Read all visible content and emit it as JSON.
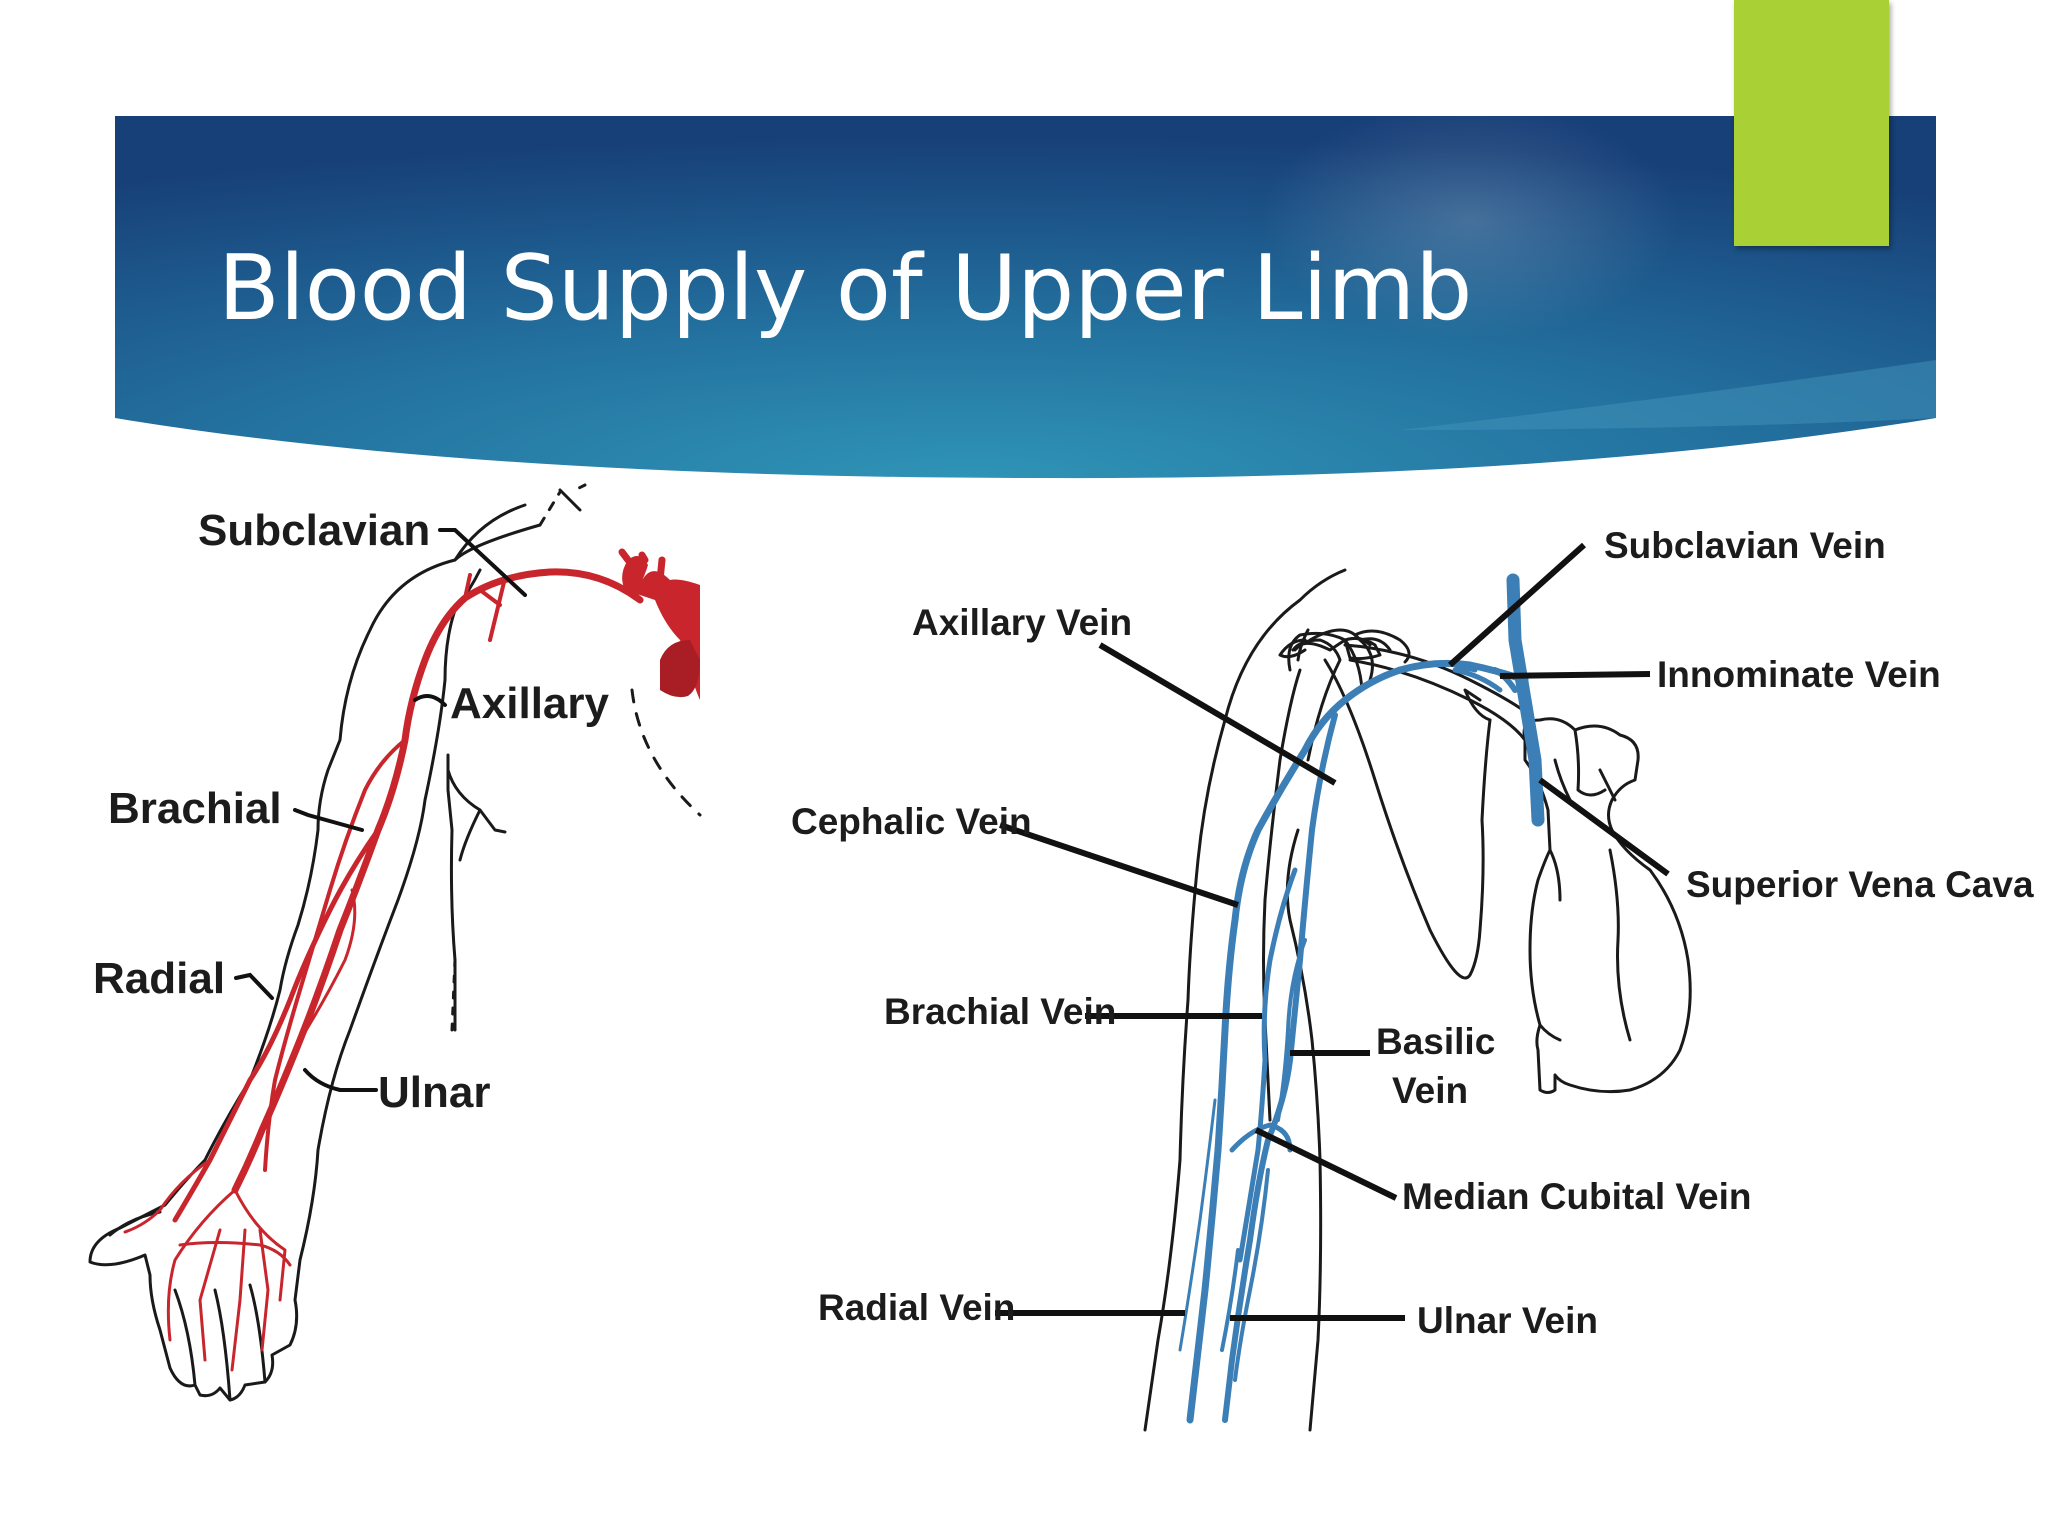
{
  "slide": {
    "title": "Blood Supply of Upper Limb"
  },
  "theme": {
    "banner_dark": "#1c4a7f",
    "banner_light": "#2f8fb4",
    "accent_green": "#a9d034",
    "artery_red": "#c8262c",
    "vein_blue": "#3b7fb6"
  },
  "arteries_figure": {
    "labels": {
      "subclavian": "Subclavian",
      "axillary": "Axillary",
      "brachial": "Brachial",
      "radial": "Radial",
      "ulnar": "Ulnar"
    }
  },
  "veins_figure": {
    "labels": {
      "subclavian_vein": "Subclavian Vein",
      "axillary_vein": "Axillary Vein",
      "innominate_vein": "Innominate Vein",
      "cephalic_vein": "Cephalic Vein",
      "superior_vena_cava": "Superior Vena Cava",
      "brachial_vein": "Brachial Vein",
      "basilic_vein_line1": "Basilic",
      "basilic_vein_line2": "Vein",
      "median_cubital_vein": "Median Cubital Vein",
      "radial_vein": "Radial Vein",
      "ulnar_vein": "Ulnar Vein"
    }
  }
}
